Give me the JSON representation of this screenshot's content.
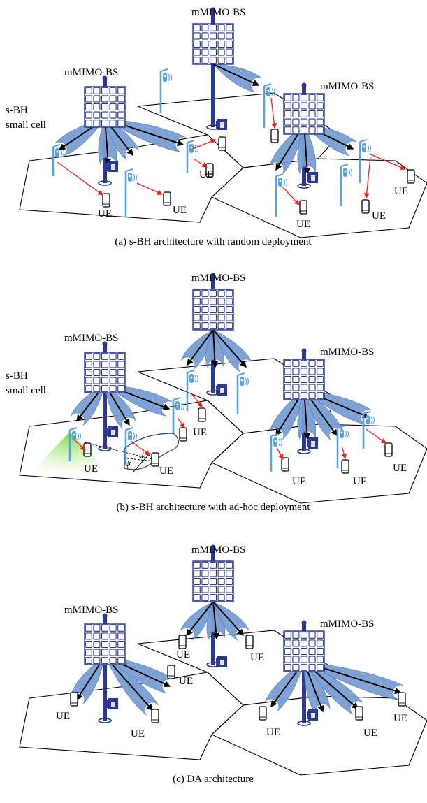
{
  "colors": {
    "tower": "#2b3990",
    "beam": "#7a9fd4",
    "beam_edge": "#6383b8",
    "arrow": "#000000",
    "red_link": "#e8221b",
    "small_cell": "#5ba3dc",
    "coverage": "#7fd44a"
  },
  "labels": {
    "bs": "mMIMO-BS",
    "ue": "UE",
    "sbh": "s-BH",
    "small_cell": "small cell",
    "psi": "ψ",
    "d": "d"
  },
  "panels": [
    {
      "id": "a",
      "caption": "(a) s-BH architecture with random deployment"
    },
    {
      "id": "b",
      "caption": "(b) s-BH architecture with ad-hoc deployment"
    },
    {
      "id": "c",
      "caption": "(c) DA architecture"
    }
  ],
  "icons": [
    "grid-antenna-icon",
    "small-cell-icon",
    "phone-icon",
    "base-station-hut-icon"
  ]
}
